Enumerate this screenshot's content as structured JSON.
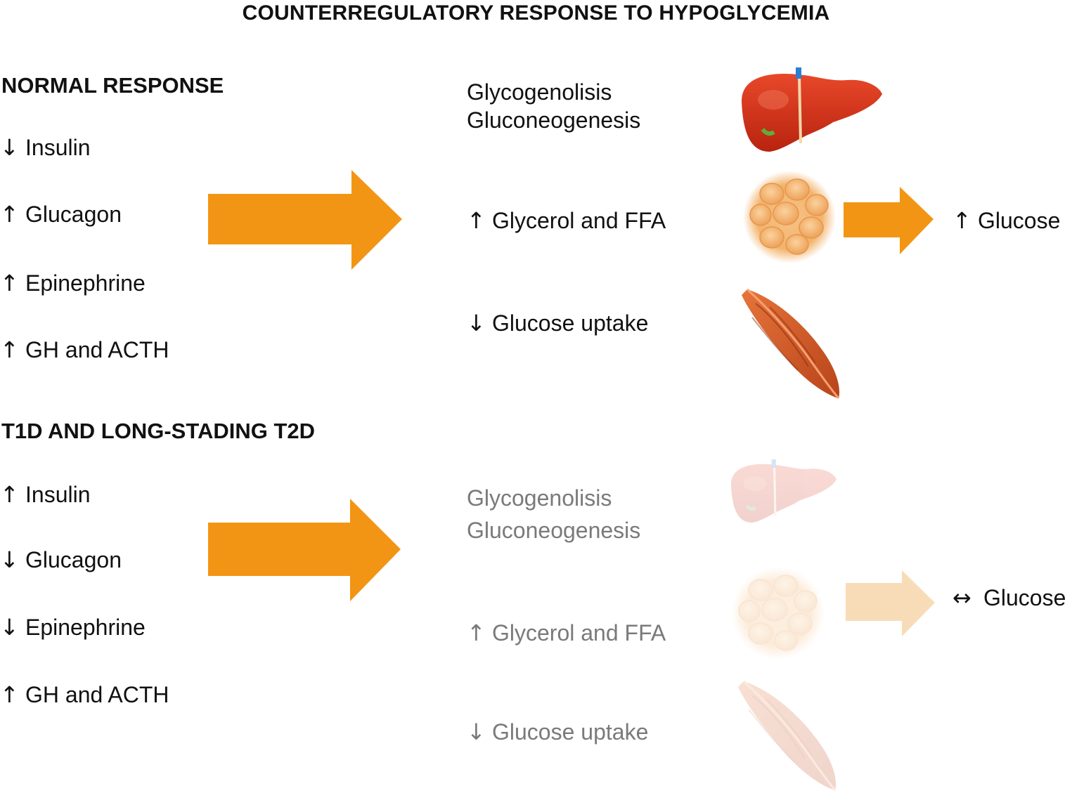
{
  "title": "COUNTERREGULATORY RESPONSE TO HYPOGLYCEMIA",
  "colors": {
    "arrow": "#f39514",
    "arrow_faded": "#f8dcb8",
    "liver": "#d9341c",
    "fat": "#f2b36c",
    "muscle": "#cc5a22"
  },
  "normal": {
    "heading": "NORMAL RESPONSE",
    "hormones": [
      {
        "arrow": "↓",
        "label": "Insulin"
      },
      {
        "arrow": "↑",
        "label": "Glucagon"
      },
      {
        "arrow": "↑",
        "label": "Epinephrine"
      },
      {
        "arrow": "↑",
        "label": "GH and ACTH"
      }
    ],
    "effects": {
      "liver_line1": "Glycogenolisis",
      "liver_line2": "Gluconeogenesis",
      "fat_arrow": "↑",
      "fat_label": "Glycerol and FFA",
      "muscle_arrow": "↓",
      "muscle_label": "Glucose uptake"
    },
    "outcome": {
      "arrow": "↑",
      "label": "Glucose"
    },
    "icons": [
      "liver-icon",
      "adipose-tissue-icon",
      "muscle-icon"
    ]
  },
  "diabetes": {
    "heading": "T1D AND LONG-STADING T2D",
    "hormones": [
      {
        "arrow": "↑",
        "label": "Insulin"
      },
      {
        "arrow": "↓",
        "label": "Glucagon"
      },
      {
        "arrow": "↓",
        "label": "Epinephrine"
      },
      {
        "arrow": "↑",
        "label": "GH and ACTH"
      }
    ],
    "effects": {
      "liver_line1": "Glycogenolisis",
      "liver_line2": "Gluconeogenesis",
      "fat_arrow": "↑",
      "fat_label": "Glycerol and FFA",
      "muscle_arrow": "↓",
      "muscle_label": "Glucose uptake"
    },
    "outcome": {
      "arrow": "↔",
      "label": "Glucose"
    },
    "icons": [
      "liver-icon",
      "adipose-tissue-icon",
      "muscle-icon"
    ]
  }
}
